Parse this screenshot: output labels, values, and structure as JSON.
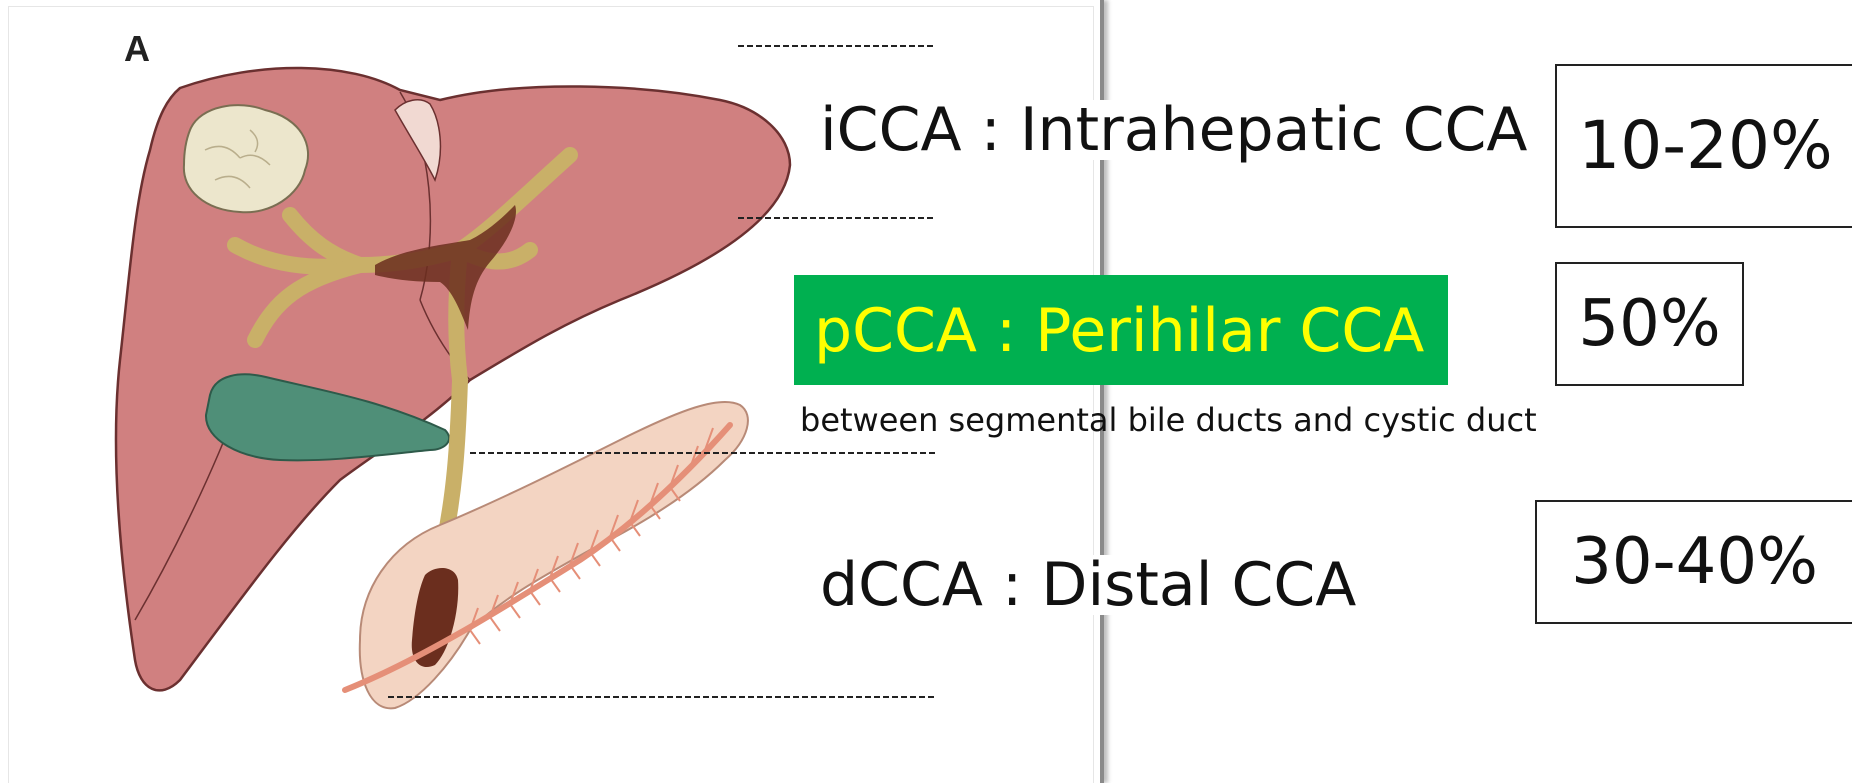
{
  "panel_letter": "A",
  "labels": {
    "icca": "iCCA : Intrahepatic CCA",
    "pcca": "pCCA : Perihilar CCA",
    "pcca_sub": "between segmental bile ducts and cystic duct",
    "dcca": "dCCA : Distal CCA"
  },
  "percentages": {
    "icca": "10-20%",
    "pcca": "50%",
    "dcca": "30-40%"
  },
  "colors": {
    "liver": "#d08080",
    "gallbladder": "#4f8f78",
    "bile_duct": "#c9b068",
    "tumor": "#6b2e1e",
    "pancreas": "#f3d4c2",
    "highlight": "#00b050",
    "highlight_text": "#ffff00"
  }
}
